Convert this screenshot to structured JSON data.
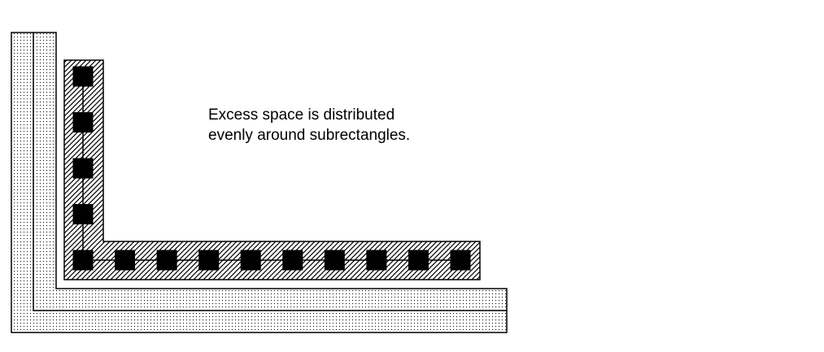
{
  "caption": {
    "line1": "Excess space is distributed",
    "line2": "evenly around subrectangles."
  },
  "colors": {
    "background": "#ffffff",
    "stroke": "#000000",
    "dot_pattern": "#000000",
    "hatch_pattern": "#000000",
    "subrectangle_fill": "#000000"
  },
  "subrectangles": {
    "vertical_arm_count": 5,
    "horizontal_arm_count": 10,
    "shared_corner": true
  }
}
